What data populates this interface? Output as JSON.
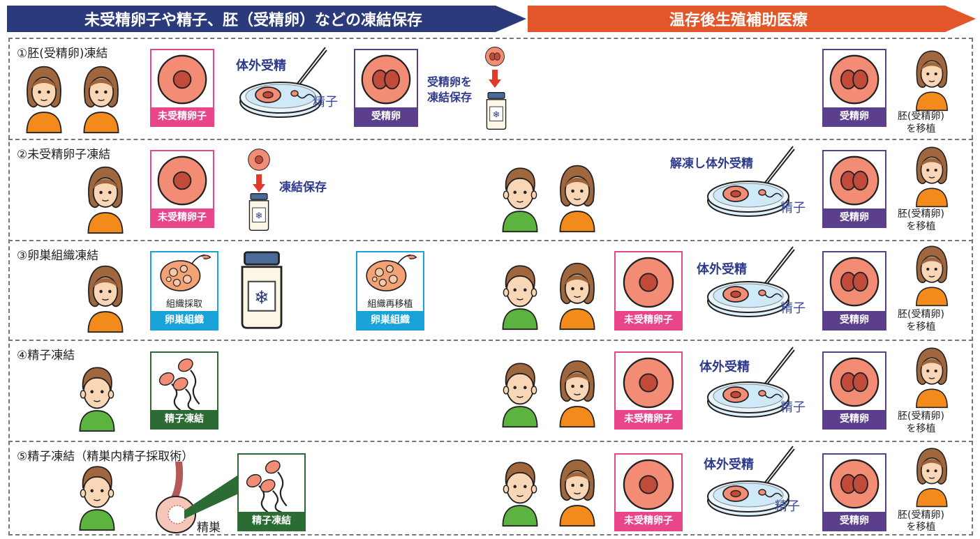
{
  "banners": {
    "left": "未受精卵子や精子、胚（受精卵）などの凍結保存",
    "right": "温存後生殖補助医療"
  },
  "rows": [
    {
      "label": "①胚(受精卵)凍結"
    },
    {
      "label": "②未受精卵子凍結"
    },
    {
      "label": "③卵巣組織凍結"
    },
    {
      "label": "④精子凍結"
    },
    {
      "label": "⑤精子凍結（精巣内精子採取術）"
    }
  ],
  "labels": {
    "unfertilized_egg": "未受精卵子",
    "fertilized_egg": "受精卵",
    "ovary_tissue": "卵巣組織",
    "tissue_harvest": "組織採取",
    "tissue_retransplant": "組織再移植",
    "sperm_freeze": "精子凍結",
    "ivf": "体外受精",
    "thaw_ivf": "解凍し体外受精",
    "sperm": "精子",
    "freeze_storage": "凍結保存",
    "fertilized_freeze_line1": "受精卵を",
    "fertilized_freeze_line2": "凍結保存",
    "testis": "精巣",
    "embryo_transfer_line1": "胚(受精卵)",
    "embryo_transfer_line2": "を移植"
  },
  "colors": {
    "navy": "#2b3a7a",
    "orange": "#e2562a",
    "pink": "#e8458b",
    "purple": "#5b3f8c",
    "cyan": "#1aa3d8",
    "green": "#2d6b35",
    "egg": "#f28c74",
    "nucleus": "#c24a3a"
  }
}
